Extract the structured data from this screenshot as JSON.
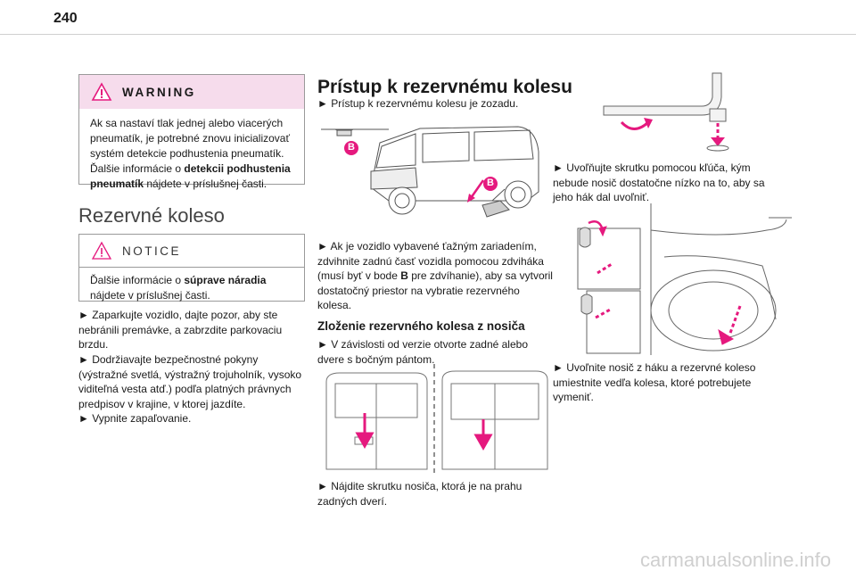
{
  "page_number": "240",
  "warning": {
    "title": "WARNING",
    "text_before": "Ak sa nastaví tlak jednej alebo viacerých pneumatík, je potrebné znovu inicializovať systém detekcie podhustenia pneumatík. Ďalšie informácie o ",
    "bold": "detekcii podhustenia pneumatík",
    "text_after": " nájdete v príslušnej časti."
  },
  "left_heading": "Rezervné koleso",
  "notice": {
    "title": "NOTICE",
    "text_before": "Ďalšie informácie o ",
    "bold": "súprave náradia",
    "text_after": " nájdete v príslušnej časti."
  },
  "left_steps": [
    "► Zaparkujte vozidlo, dajte pozor, aby ste nebránili premávke, a zabrzdite parkovaciu brzdu.",
    "► Dodržiavajte bezpečnostné pokyny (výstražné svetlá, výstražný trojuholník, vysoko viditeľná vesta atď.) podľa platných právnych predpisov v krajine, v ktorej jazdíte.",
    "► Vypnite zapaľovanie."
  ],
  "mid_heading": "Prístup k rezervnému kolesu",
  "mid_step1": "► Prístup k rezervnému kolesu je zozadu.",
  "mid_label_b1": "B",
  "mid_label_b2": "B",
  "mid_step2_before": "► Ak je vozidlo vybavené ťažným zariadením, zdvihnite zadnú časť vozidla pomocou zdviháka (musí byť v bode ",
  "mid_step2_bold": "B",
  "mid_step2_after": " pre zdvíhanie), aby sa vytvoril dostatočný priestor na vybratie rezervného kolesa.",
  "mid_subheading": "Zloženie rezervného kolesa z nosiča",
  "mid_step3": "► V závislosti od verzie otvorte zadné alebo dvere s bočným pántom.",
  "mid_step4": "► Nájdite skrutku nosiča, ktorá je na prahu zadných dverí.",
  "right_step1": "► Uvoľňujte skrutku pomocou kľúča, kým nebude nosič dostatočne nízko na to, aby sa jeho hák dal uvoľniť.",
  "right_step2": "► Uvoľnite nosič z háku a rezervné koleso umiestnite vedľa kolesa, ktoré potrebujete vymeniť.",
  "watermark": "carmanualsonline.info",
  "colors": {
    "accent": "#e5197e",
    "warning_bg": "#f6dcec"
  }
}
